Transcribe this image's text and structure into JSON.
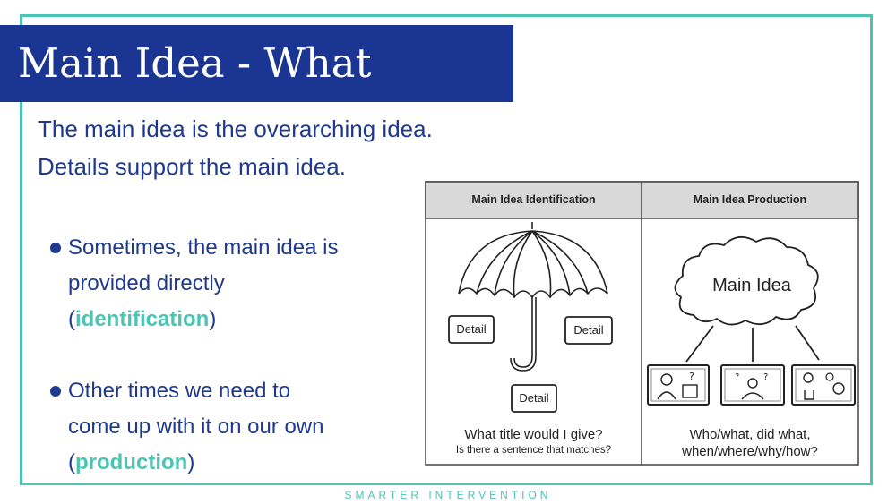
{
  "slide": {
    "title": "Main Idea - What",
    "intro_line1": "The main idea is the overarching idea.",
    "intro_line2": "Details support the main idea.",
    "bullet1": {
      "line1": "Sometimes, the main idea is",
      "line2": "provided directly",
      "paren_open": "(",
      "highlight": "identification",
      "paren_close": ")"
    },
    "bullet2": {
      "line1": "Other times we need to",
      "line2": "come up with it on our own",
      "paren_open": "(",
      "highlight": "production",
      "paren_close": ")"
    },
    "footer": "SMARTER INTERVENTION"
  },
  "figure": {
    "left": {
      "header": "Main Idea Identification",
      "detail_labels": [
        "Detail",
        "Detail",
        "Detail"
      ],
      "caption1": "What title would I give?",
      "caption2": "Is there a sentence that matches?"
    },
    "right": {
      "header": "Main Idea Production",
      "cloud_label": "Main Idea",
      "caption1": "Who/what, did what,",
      "caption2": "when/where/why/how?"
    }
  },
  "colors": {
    "title_bar": "#1b3592",
    "text_blue": "#1f3a8c",
    "accent_teal": "#4cc4b4",
    "header_gray": "#d9d9d9"
  },
  "icons": [
    "umbrella-icon",
    "cloud-icon",
    "person-question-icon",
    "people-question-icon",
    "lightbulb-gears-icon"
  ]
}
